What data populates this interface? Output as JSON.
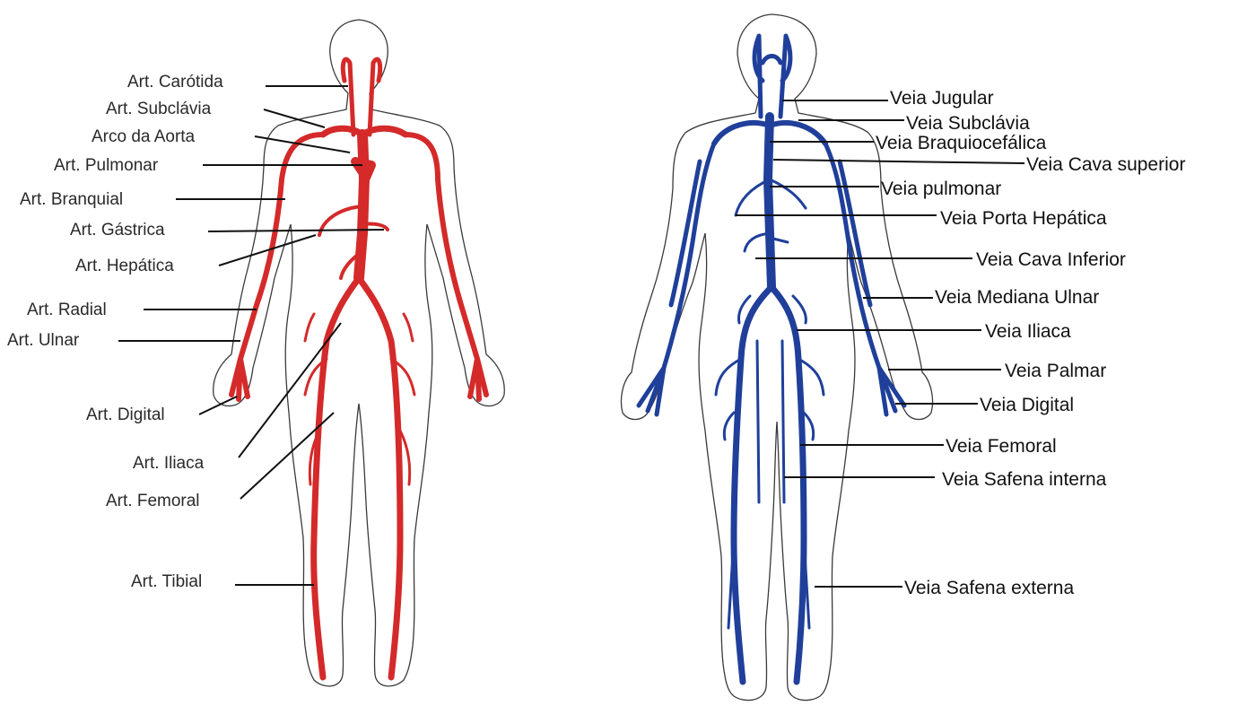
{
  "colors": {
    "artery": "#d42a2a",
    "vein": "#1f3f9a",
    "outline": "#3a3a3a",
    "background": "#ffffff"
  },
  "arteries": {
    "labels": [
      "Art. Carótida",
      "Art. Subclávia",
      "Arco da Aorta",
      "Art. Pulmonar",
      "Art. Branquial",
      "Art. Gástrica",
      "Art. Hepática",
      "Art. Radial",
      "Art. Ulnar",
      "Art. Digital",
      "Art. Iliaca",
      "Art. Femoral",
      "Art. Tibial"
    ]
  },
  "veins": {
    "labels": [
      "Veia Jugular",
      "Veia Subclávia",
      "Veia Braquiocefálica",
      "Veia Cava superior",
      "Veia pulmonar",
      "Veia Porta Hepática",
      "Veia Cava Inferior",
      "Veia Mediana Ulnar",
      "Veia Iliaca",
      "Veia Palmar",
      "Veia Digital",
      "Veia Femoral",
      "Veia Safena interna",
      "Veia Safena externa"
    ]
  }
}
